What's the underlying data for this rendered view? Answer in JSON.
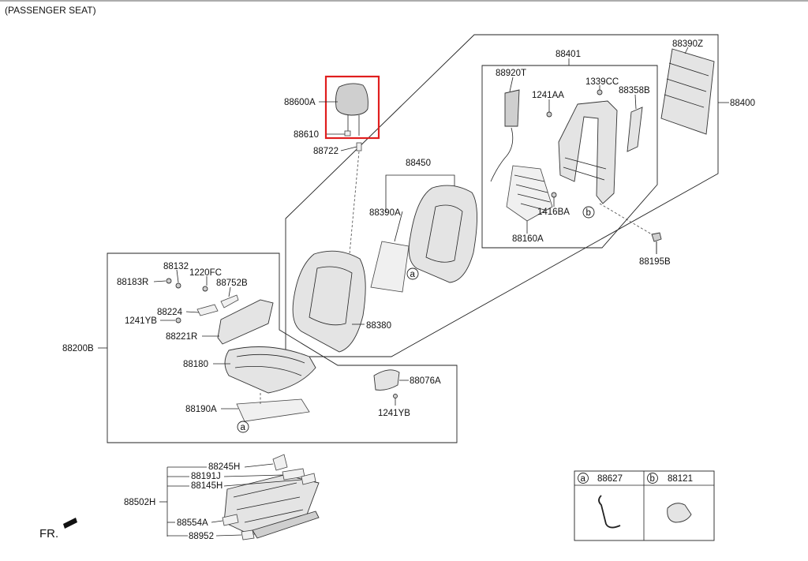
{
  "title": "(PASSENGER SEAT)",
  "direction_label": "FR.",
  "parts": {
    "p88390Z": "88390Z",
    "p88401": "88401",
    "p88400": "88400",
    "p88920T": "88920T",
    "p1339CC": "1339CC",
    "p1241AA": "1241AA",
    "p88358B": "88358B",
    "p1416BA": "1416BA",
    "p88160A": "88160A",
    "p88195B": "88195B",
    "p88600A": "88600A",
    "p88610": "88610",
    "p88722": "88722",
    "p88450": "88450",
    "p88390A": "88390A",
    "p88380": "88380",
    "p88132": "88132",
    "p1220FC": "1220FC",
    "p88183R": "88183R",
    "p88752B": "88752B",
    "p88224": "88224",
    "p1241YB_a": "1241YB",
    "p88221R": "88221R",
    "p88200B": "88200B",
    "p88180": "88180",
    "p88076A": "88076A",
    "p1241YB_b": "1241YB",
    "p88190A": "88190A",
    "p88245H": "88245H",
    "p88191J": "88191J",
    "p88145H": "88145H",
    "p88502H": "88502H",
    "p88554A": "88554A",
    "p88952": "88952"
  },
  "callouts": {
    "a": "a",
    "b": "b"
  },
  "legend": {
    "a_letter": "a",
    "a_part": "88627",
    "b_letter": "b",
    "b_part": "88121"
  },
  "colors": {
    "highlight": "#e01e1e",
    "line": "#222222"
  }
}
